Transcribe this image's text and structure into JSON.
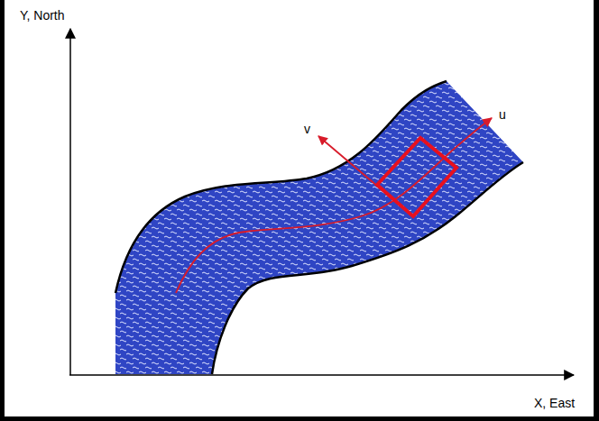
{
  "diagram": {
    "labels": [
      "Y, North",
      "X, East",
      "v",
      "u"
    ]
  }
}
